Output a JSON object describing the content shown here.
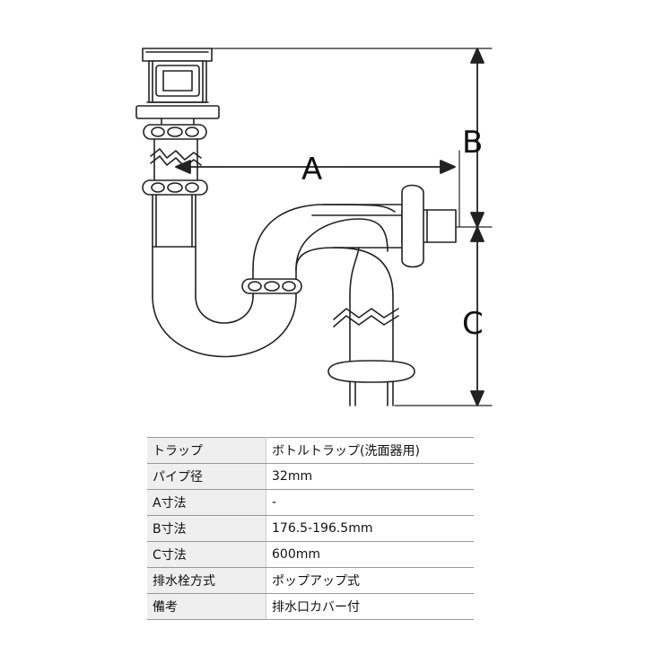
{
  "diagram": {
    "dimension_labels": {
      "a": "A",
      "b": "B",
      "c": "C"
    }
  },
  "spec_table": {
    "rows": [
      {
        "label": "トラップ",
        "value": "ボトルトラップ(洗面器用)"
      },
      {
        "label": "パイプ径",
        "value": "32mm"
      },
      {
        "label": "A寸法",
        "value": "-"
      },
      {
        "label": "B寸法",
        "value": "176.5-196.5mm"
      },
      {
        "label": "C寸法",
        "value": "600mm"
      },
      {
        "label": "排水栓方式",
        "value": "ポップアップ式"
      },
      {
        "label": "備考",
        "value": "排水口カバー付"
      }
    ]
  }
}
